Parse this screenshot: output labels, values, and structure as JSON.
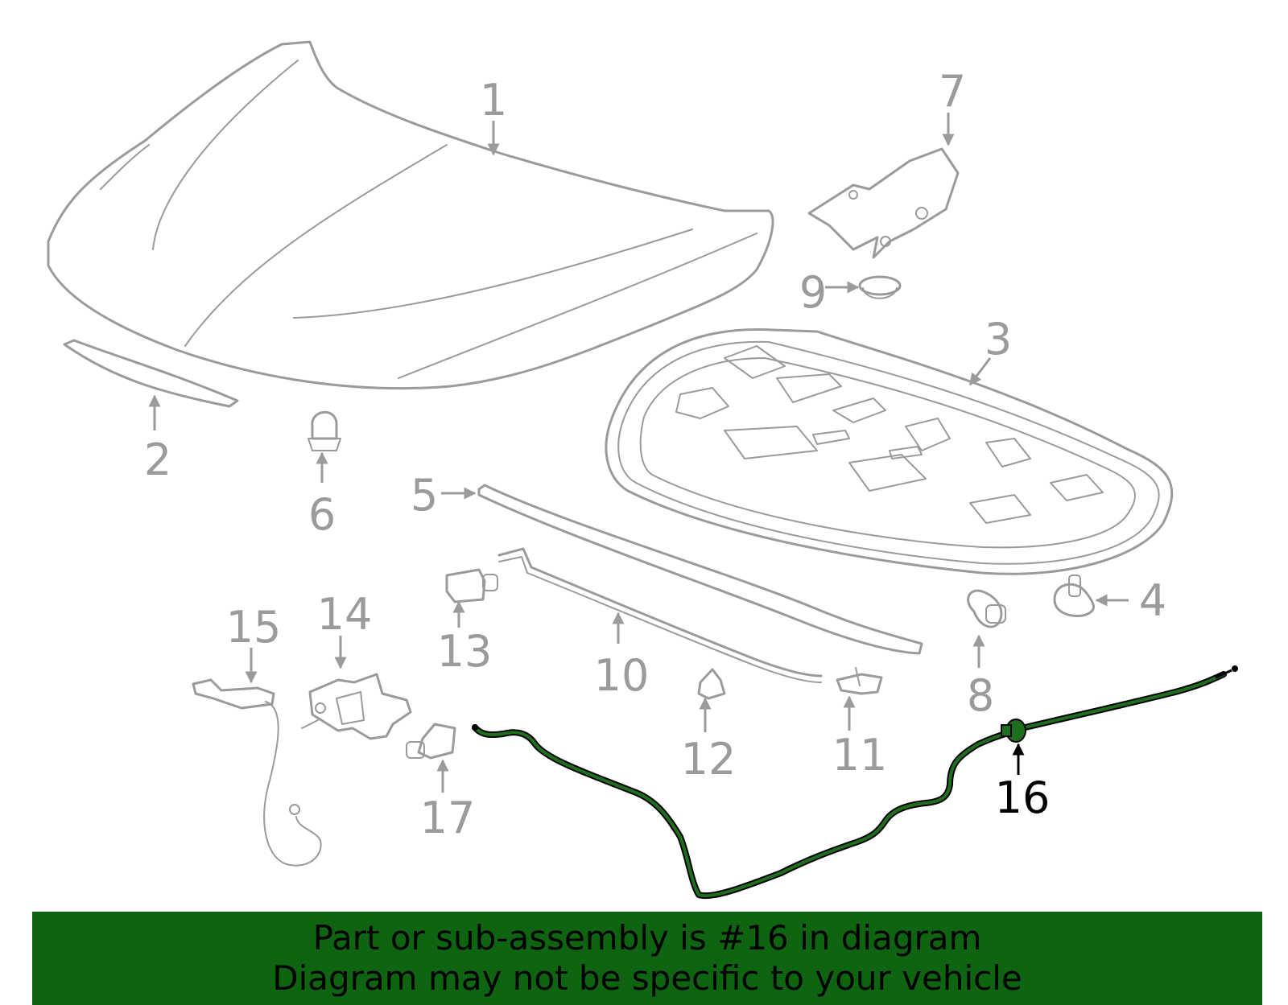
{
  "callouts": {
    "c1": "1",
    "c2": "2",
    "c3": "3",
    "c4": "4",
    "c5": "5",
    "c6": "6",
    "c7": "7",
    "c8": "8",
    "c9": "9",
    "c10": "10",
    "c11": "11",
    "c12": "12",
    "c13": "13",
    "c14": "14",
    "c15": "15",
    "c16": "16",
    "c17": "17"
  },
  "highlight": {
    "part_number": "16",
    "color": "#1e6e1e"
  },
  "colors": {
    "part_stroke": "#9b9b9b",
    "banner_bg": "#0e6410",
    "text_dark": "#000000"
  },
  "banner": {
    "line1": "Part or sub-assembly is #16 in diagram",
    "line2": "Diagram may not be specific to your vehicle"
  }
}
